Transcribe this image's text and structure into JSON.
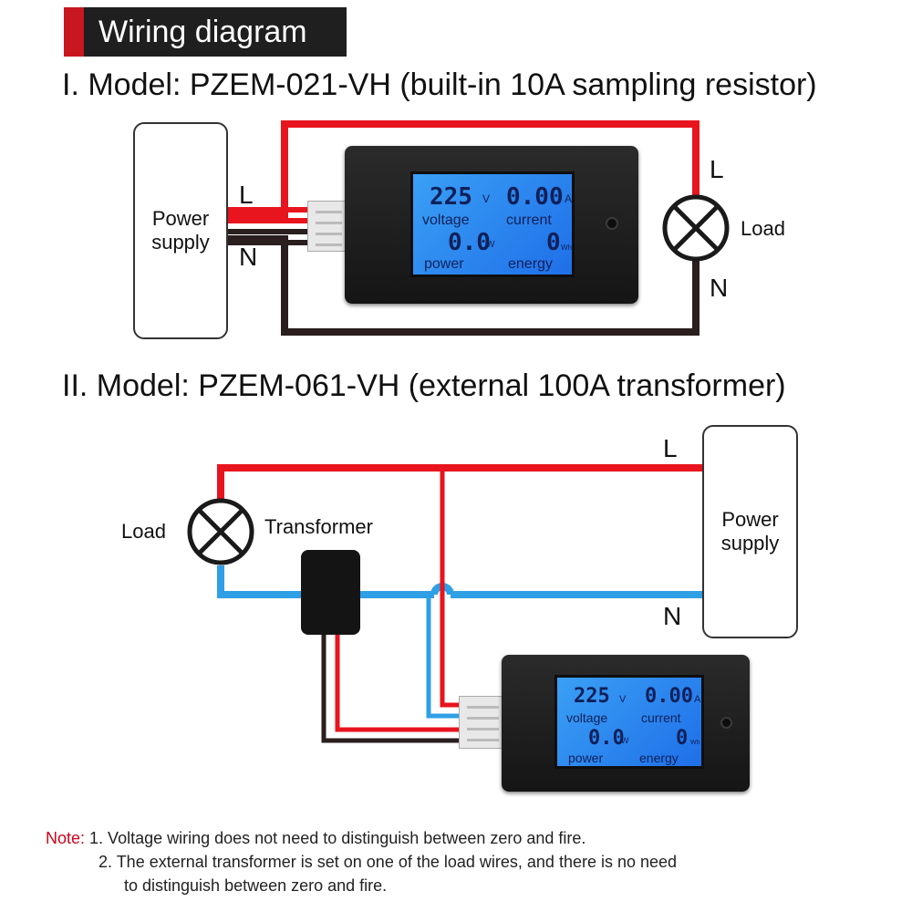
{
  "header": {
    "title": "Wiring diagram",
    "banner_color": "#1f1f1f",
    "accent_color": "#c8171e"
  },
  "section1": {
    "title": "I. Model: PZEM-021-VH (built-in 10A sampling resistor)",
    "power_supply": "Power\nsupply",
    "label_L_left": "L",
    "label_N_left": "N",
    "label_L_right": "L",
    "label_N_right": "N",
    "load": "Load",
    "meter": {
      "voltage_value": "225",
      "voltage_unit": "V",
      "voltage_label": "voltage",
      "current_value": "0.00",
      "current_unit": "A",
      "current_label": "current",
      "power_value": "0.0",
      "power_unit": "W",
      "power_label": "power",
      "energy_value": "0",
      "energy_unit": "Wh",
      "energy_label": "energy"
    }
  },
  "section2": {
    "title": "II. Model: PZEM-061-VH (external 100A transformer)",
    "power_supply": "Power\nsupply",
    "label_L": "L",
    "label_N": "N",
    "load": "Load",
    "transformer": "Transformer",
    "meter": {
      "voltage_value": "225",
      "voltage_unit": "V",
      "voltage_label": "voltage",
      "current_value": "0.00",
      "current_unit": "A",
      "current_label": "current",
      "power_value": "0.0",
      "power_unit": "W",
      "power_label": "power",
      "energy_value": "0",
      "energy_unit": "Wh",
      "energy_label": "energy"
    }
  },
  "note": {
    "label": "Note:",
    "line1": "1. Voltage wiring does not need to distinguish between zero and fire.",
    "line2": "2. The external transformer is set on one of the load wires, and there is no need",
    "line3": "to distinguish between zero and fire."
  },
  "colors": {
    "live_wire": "#e8141e",
    "neutral_wire_1": "#2a1e1e",
    "neutral_wire_2": "#2f9fe6",
    "lcd": "#2f86f0"
  }
}
